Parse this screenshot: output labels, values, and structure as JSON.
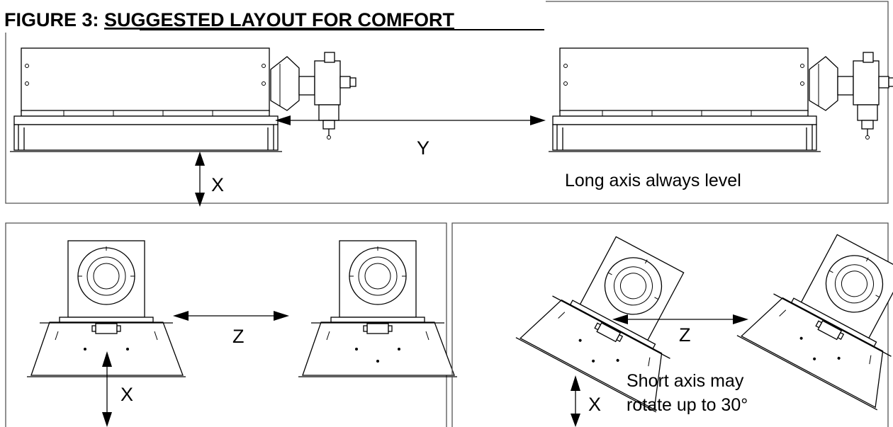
{
  "figure": {
    "title_prefix": "FIGURE 3: ",
    "title_main": "SUGGESTED LAYOUT FOR COMFORT"
  },
  "top_panel": {
    "label_y": "Y",
    "label_x": "X",
    "note": "Long axis always level"
  },
  "bottom_left_panel": {
    "label_z": "Z",
    "label_x": "X"
  },
  "bottom_right_panel": {
    "label_z": "Z",
    "label_x": "X",
    "note_line1": "Short axis may",
    "note_line2": "rotate up to 30°"
  }
}
